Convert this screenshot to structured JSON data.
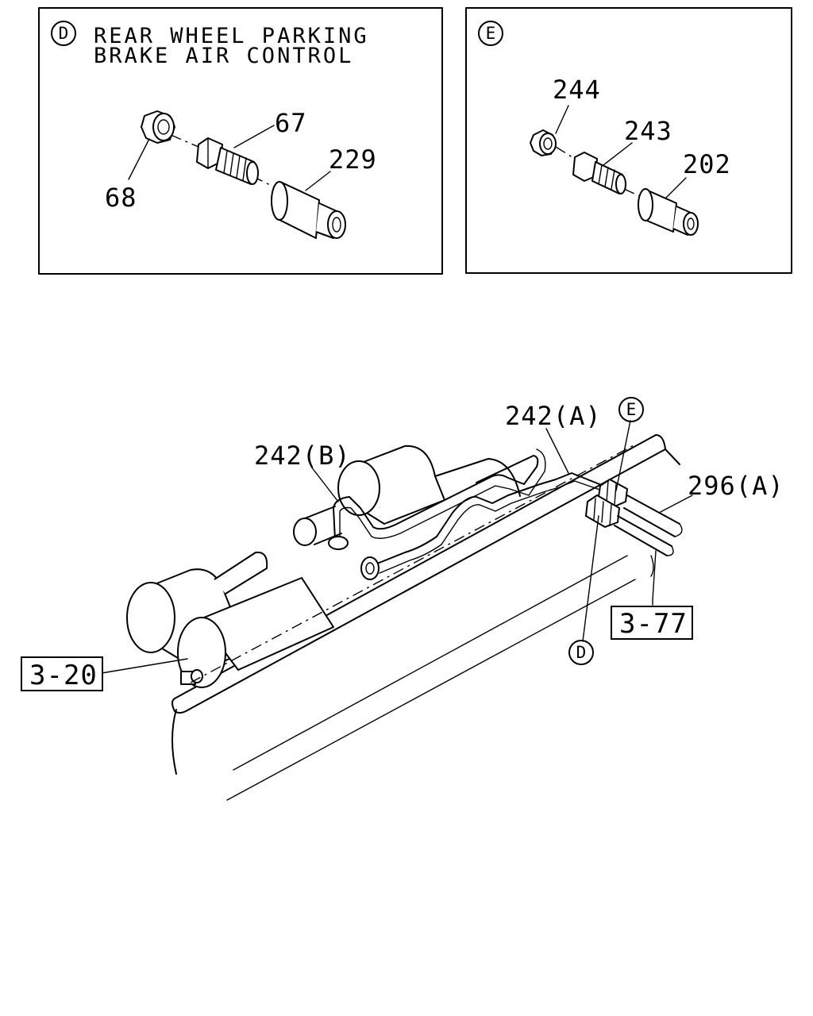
{
  "panel_d": {
    "marker": "D",
    "title_line1": "REAR WHEEL PARKING",
    "title_line2": "BRAKE AIR CONTROL",
    "callouts": [
      "67",
      "229",
      "68"
    ]
  },
  "panel_e": {
    "marker": "E",
    "callouts": [
      "244",
      "243",
      "202"
    ]
  },
  "main": {
    "labels": [
      "242(A)",
      "242(B)",
      "296(A)"
    ],
    "ref_boxes": [
      "3-20",
      "3-77"
    ],
    "markers": [
      "E",
      "D"
    ]
  }
}
